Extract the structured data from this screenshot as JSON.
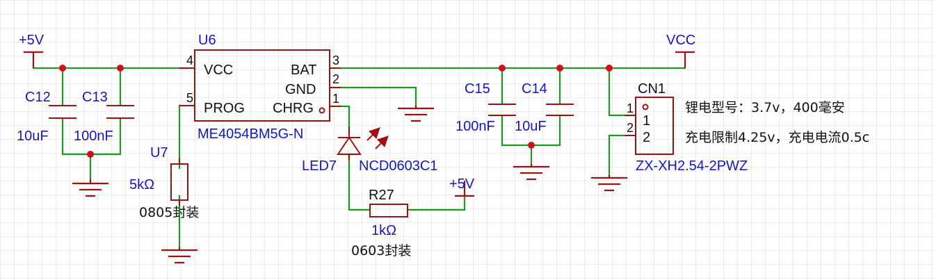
{
  "power_labels": {
    "plus5v_left": "+5V",
    "plus5v_right": "+5V",
    "vcc": "VCC"
  },
  "u6": {
    "designator": "U6",
    "part": "ME4054BM5G-N",
    "pins": [
      {
        "num": "4",
        "name": "VCC"
      },
      {
        "num": "5",
        "name": "PROG"
      },
      {
        "num": "3",
        "name": "BAT"
      },
      {
        "num": "2",
        "name": "GND"
      },
      {
        "num": "1",
        "name": "CHRG"
      }
    ]
  },
  "capacitors": [
    {
      "designator": "C12",
      "value": "10uF"
    },
    {
      "designator": "C13",
      "value": "100nF"
    },
    {
      "designator": "C15",
      "value": "100nF"
    },
    {
      "designator": "C14",
      "value": "10uF"
    }
  ],
  "u7": {
    "designator": "U7",
    "value": "5kΩ",
    "package": "0805封装"
  },
  "led": {
    "designator": "LED7",
    "part": "NCD0603C1"
  },
  "r27": {
    "designator": "R27",
    "value": "1kΩ",
    "package": "0603封装"
  },
  "cn1": {
    "designator": "CN1",
    "part": "ZX-XH2.54-2PWZ",
    "pins": [
      {
        "num": "1",
        "name": "1"
      },
      {
        "num": "2",
        "name": "2"
      }
    ]
  },
  "notes": {
    "battery_model": "锂电型号：3.7v，400毫安",
    "charge_limit": "充电限制4.25v，充电电流0.5c"
  },
  "colors": {
    "wire": "#1f9a1f",
    "component": "#a01010",
    "junction": "#d0101a",
    "label_blue": "#1515c8",
    "grid": "#d9d9d9"
  }
}
